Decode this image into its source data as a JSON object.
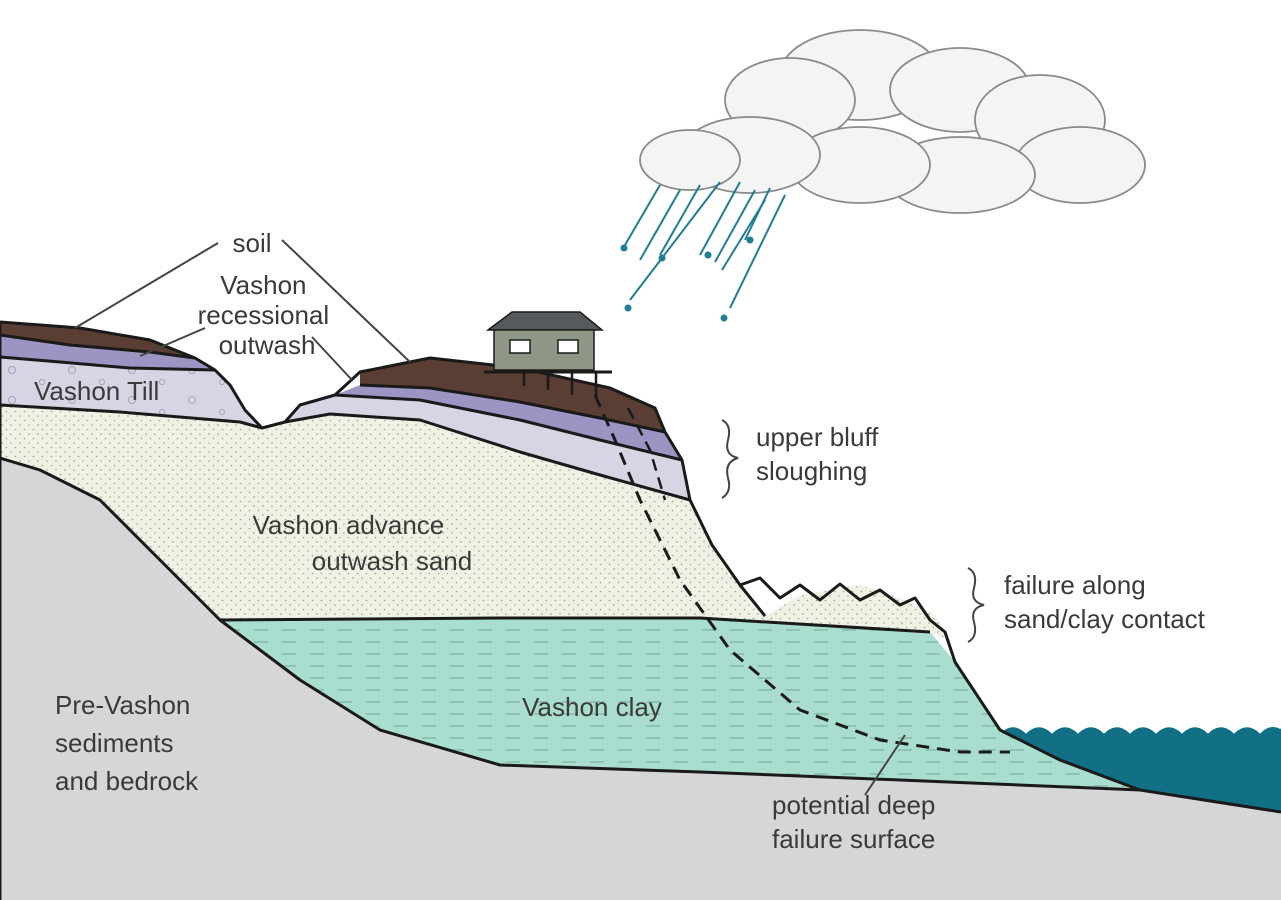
{
  "labels": {
    "soil": "soil",
    "recessional": [
      "Vashon",
      "recessional",
      "outwash"
    ],
    "till": "Vashon Till",
    "advance": [
      "Vashon advance",
      "outwash sand"
    ],
    "clay": "Vashon clay",
    "pre_vashon": [
      "Pre-Vashon",
      "sediments",
      "and bedrock"
    ],
    "upper_bluff": [
      "upper bluff",
      "sloughing"
    ],
    "failure_contact": [
      "failure along",
      "sand/clay contact"
    ],
    "deep_failure": [
      "potential deep",
      "failure surface"
    ]
  },
  "colors": {
    "soil": "#5a3d33",
    "recessional_outwash": "#9c95c4",
    "till": "#d9d4e3",
    "advance_sand": "#eef2e4",
    "clay": "#a9ddd0",
    "bedrock": "#d6d6d8",
    "water": "#117086",
    "rain": "#1f7e92",
    "house_wall": "#8e9685",
    "house_roof": "#565a5f"
  },
  "icons": [
    "cloud-icon",
    "rain-icon",
    "house-icon",
    "wave-icon"
  ]
}
